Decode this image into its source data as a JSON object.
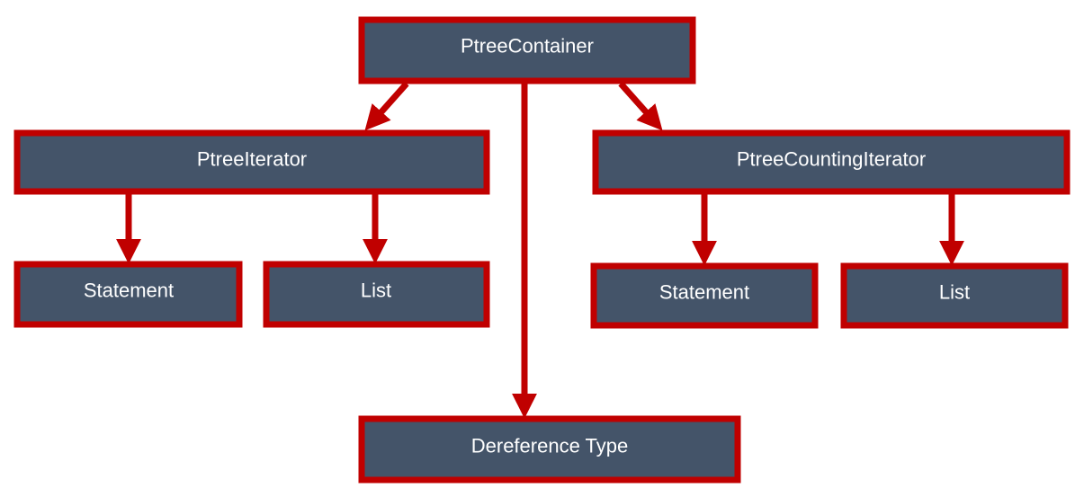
{
  "colors": {
    "box_fill": "#445469",
    "box_border": "#c00000",
    "arrow": "#c00000",
    "text": "#ffffff"
  },
  "nodes": {
    "ptree_container": "PtreeContainer",
    "ptree_iterator": "PtreeIterator",
    "ptree_counting_iterator": "PtreeCountingIterator",
    "statement_left": "Statement",
    "list_left": "List",
    "statement_right": "Statement",
    "list_right": "List",
    "dereference_type": "Dereference Type"
  },
  "edges": [
    [
      "ptree_container",
      "ptree_iterator"
    ],
    [
      "ptree_container",
      "ptree_counting_iterator"
    ],
    [
      "ptree_container",
      "dereference_type"
    ],
    [
      "ptree_iterator",
      "statement_left"
    ],
    [
      "ptree_iterator",
      "list_left"
    ],
    [
      "ptree_counting_iterator",
      "statement_right"
    ],
    [
      "ptree_counting_iterator",
      "list_right"
    ]
  ]
}
